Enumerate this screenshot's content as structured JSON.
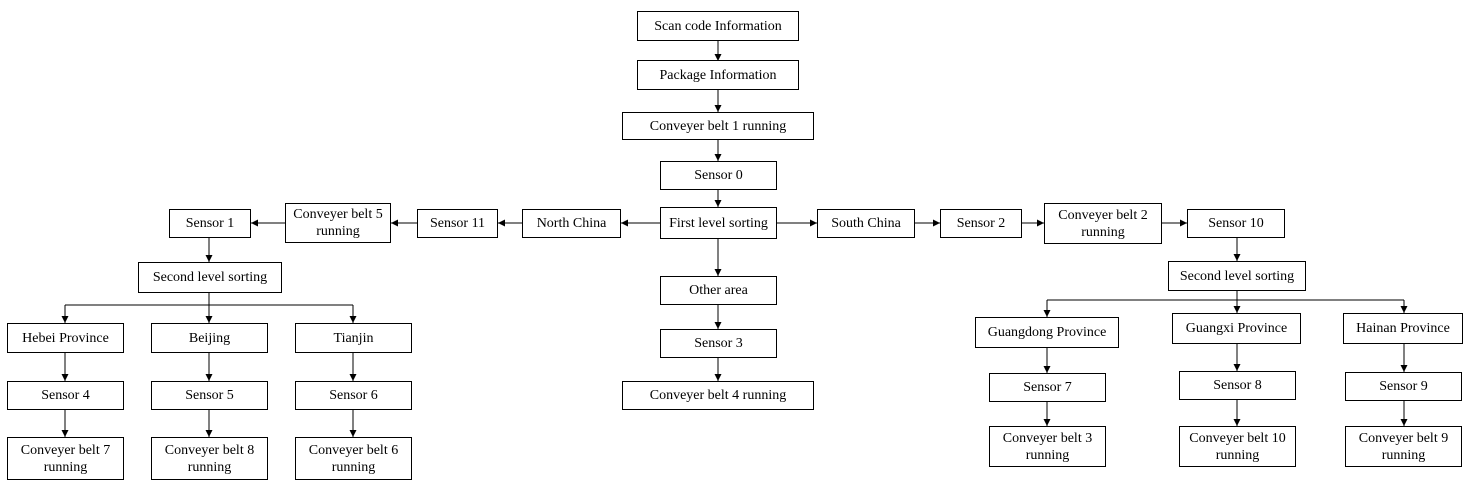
{
  "nodes": {
    "scan": "Scan code Information",
    "package": "Package Information",
    "belt1": "Conveyer belt 1 running",
    "sensor0": "Sensor 0",
    "first": "First level sorting",
    "north": "North China",
    "sensor11": "Sensor 11",
    "belt5": "Conveyer belt 5\nrunning",
    "sensor1": "Sensor 1",
    "second_left": "Second level sorting",
    "hebei": "Hebei Province",
    "beijing": "Beijing",
    "tianjin": "Tianjin",
    "sensor4": "Sensor 4",
    "sensor5": "Sensor 5",
    "sensor6": "Sensor 6",
    "belt7": "Conveyer belt 7\nrunning",
    "belt8": "Conveyer belt 8\nrunning",
    "belt6": "Conveyer belt 6\nrunning",
    "other": "Other area",
    "sensor3": "Sensor 3",
    "belt4": "Conveyer belt 4 running",
    "south": "South China",
    "sensor2": "Sensor 2",
    "belt2": "Conveyer belt 2\nrunning",
    "sensor10": "Sensor 10",
    "second_right": "Second level sorting",
    "guangdong": "Guangdong Province",
    "guangxi": "Guangxi Province",
    "hainan": "Hainan Province",
    "sensor7": "Sensor 7",
    "sensor8": "Sensor 8",
    "sensor9": "Sensor 9",
    "belt3": "Conveyer belt 3\nrunning",
    "belt10": "Conveyer belt 10\nrunning",
    "belt9": "Conveyer belt 9\nrunning"
  }
}
